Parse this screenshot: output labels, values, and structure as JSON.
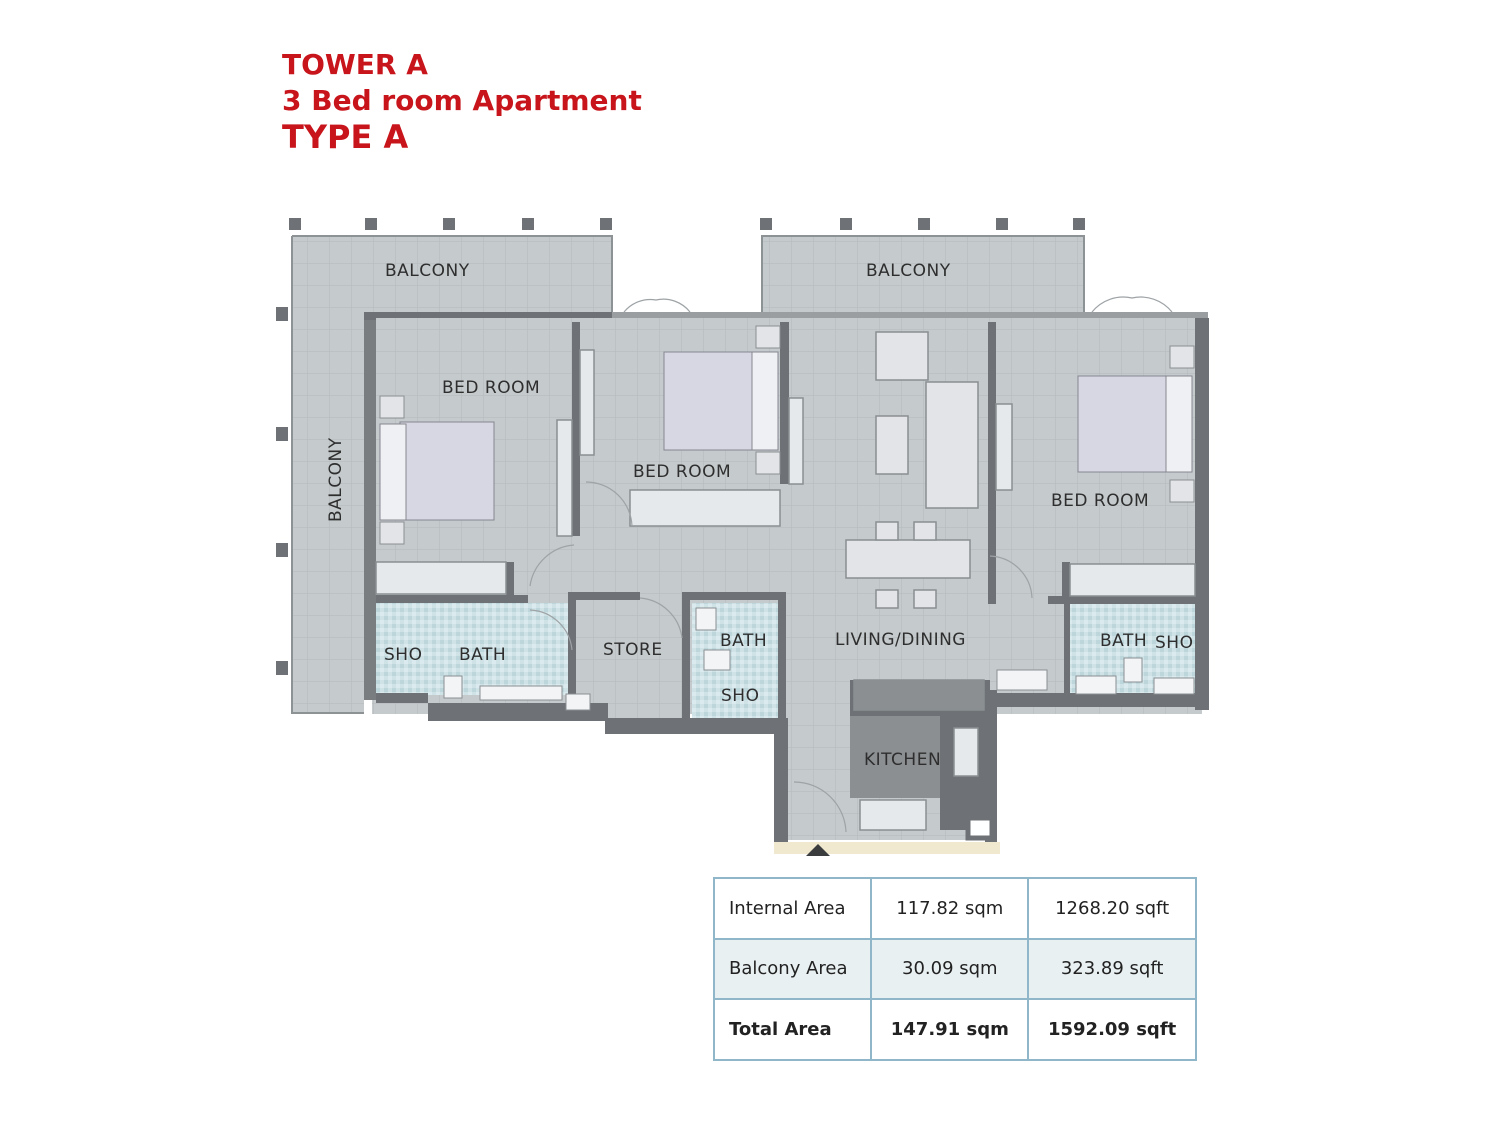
{
  "header": {
    "tower": "TOWER A",
    "apartment": "3  Bed room Apartment",
    "type": "TYPE A"
  },
  "colors": {
    "heading": "#c8141b",
    "wall": "#6e7175",
    "floor": "#c7ccce",
    "wet_area": "#cfe2e6",
    "table_border": "#8fb6c9"
  },
  "rooms": {
    "balcony_top_left": "BALCONY",
    "balcony_top_right": "BALCONY",
    "balcony_left": "BALCONY",
    "bedroom_1": "BED ROOM",
    "bedroom_2": "BED ROOM",
    "bedroom_3": "BED ROOM",
    "sho_1": "SHO",
    "bath_1": "BATH",
    "store": "STORE",
    "bath_2": "BATH",
    "sho_2": "SHO",
    "living_dining": "LIVING/DINING",
    "bath_3": "BATH",
    "sho_3": "SHO",
    "kitchen": "KITCHEN"
  },
  "area_table": [
    {
      "label": "Internal Area",
      "sqm": "117.82 sqm",
      "sqft": "1268.20 sqft"
    },
    {
      "label": "Balcony Area",
      "sqm": "30.09 sqm",
      "sqft": "323.89 sqft"
    },
    {
      "label": "Total Area",
      "sqm": "147.91 sqm",
      "sqft": "1592.09 sqft"
    }
  ]
}
